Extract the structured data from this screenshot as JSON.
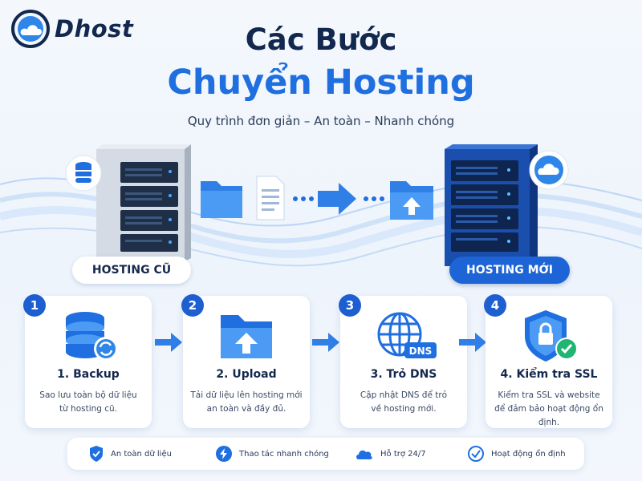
{
  "logo": {
    "text": "Dhost"
  },
  "header": {
    "title_line1": "Các Bước",
    "title_line2": "Chuyển Hosting",
    "subtitle": "Quy trình đơn giản – An toàn – Nhanh chóng"
  },
  "servers": {
    "old_label": "HOSTING CŨ",
    "new_label": "HOSTING MỚI"
  },
  "steps": [
    {
      "number": "1",
      "title": "1. Backup",
      "desc_line1": "Sao lưu toàn bộ dữ liệu",
      "desc_line2": "từ hosting cũ.",
      "icon": "database-sync-icon"
    },
    {
      "number": "2",
      "title": "2. Upload",
      "desc_line1": "Tải dữ liệu lên hosting mới",
      "desc_line2": "an toàn và đầy đủ.",
      "icon": "folder-upload-icon"
    },
    {
      "number": "3",
      "title": "3. Trỏ DNS",
      "desc_line1": "Cập nhật DNS để trỏ",
      "desc_line2": "về hosting mới.",
      "icon": "globe-dns-icon",
      "icon_text": "DNS"
    },
    {
      "number": "4",
      "title": "4. Kiểm tra SSL",
      "desc_line1": "Kiểm tra SSL và website",
      "desc_line2": "để đảm bảo hoạt động ổn định.",
      "icon": "shield-lock-icon"
    }
  ],
  "features": [
    {
      "label": "An toàn dữ liệu",
      "icon": "shield-check-icon"
    },
    {
      "label": "Thao tác nhanh chóng",
      "icon": "lightning-icon"
    },
    {
      "label": "Hỗ trợ 24/7",
      "icon": "cloud-icon"
    },
    {
      "label": "Hoạt động ổn định",
      "icon": "check-circle-icon"
    }
  ],
  "colors": {
    "primary": "#1f6fe0",
    "dark": "#13284e",
    "accent_green": "#21b573"
  }
}
